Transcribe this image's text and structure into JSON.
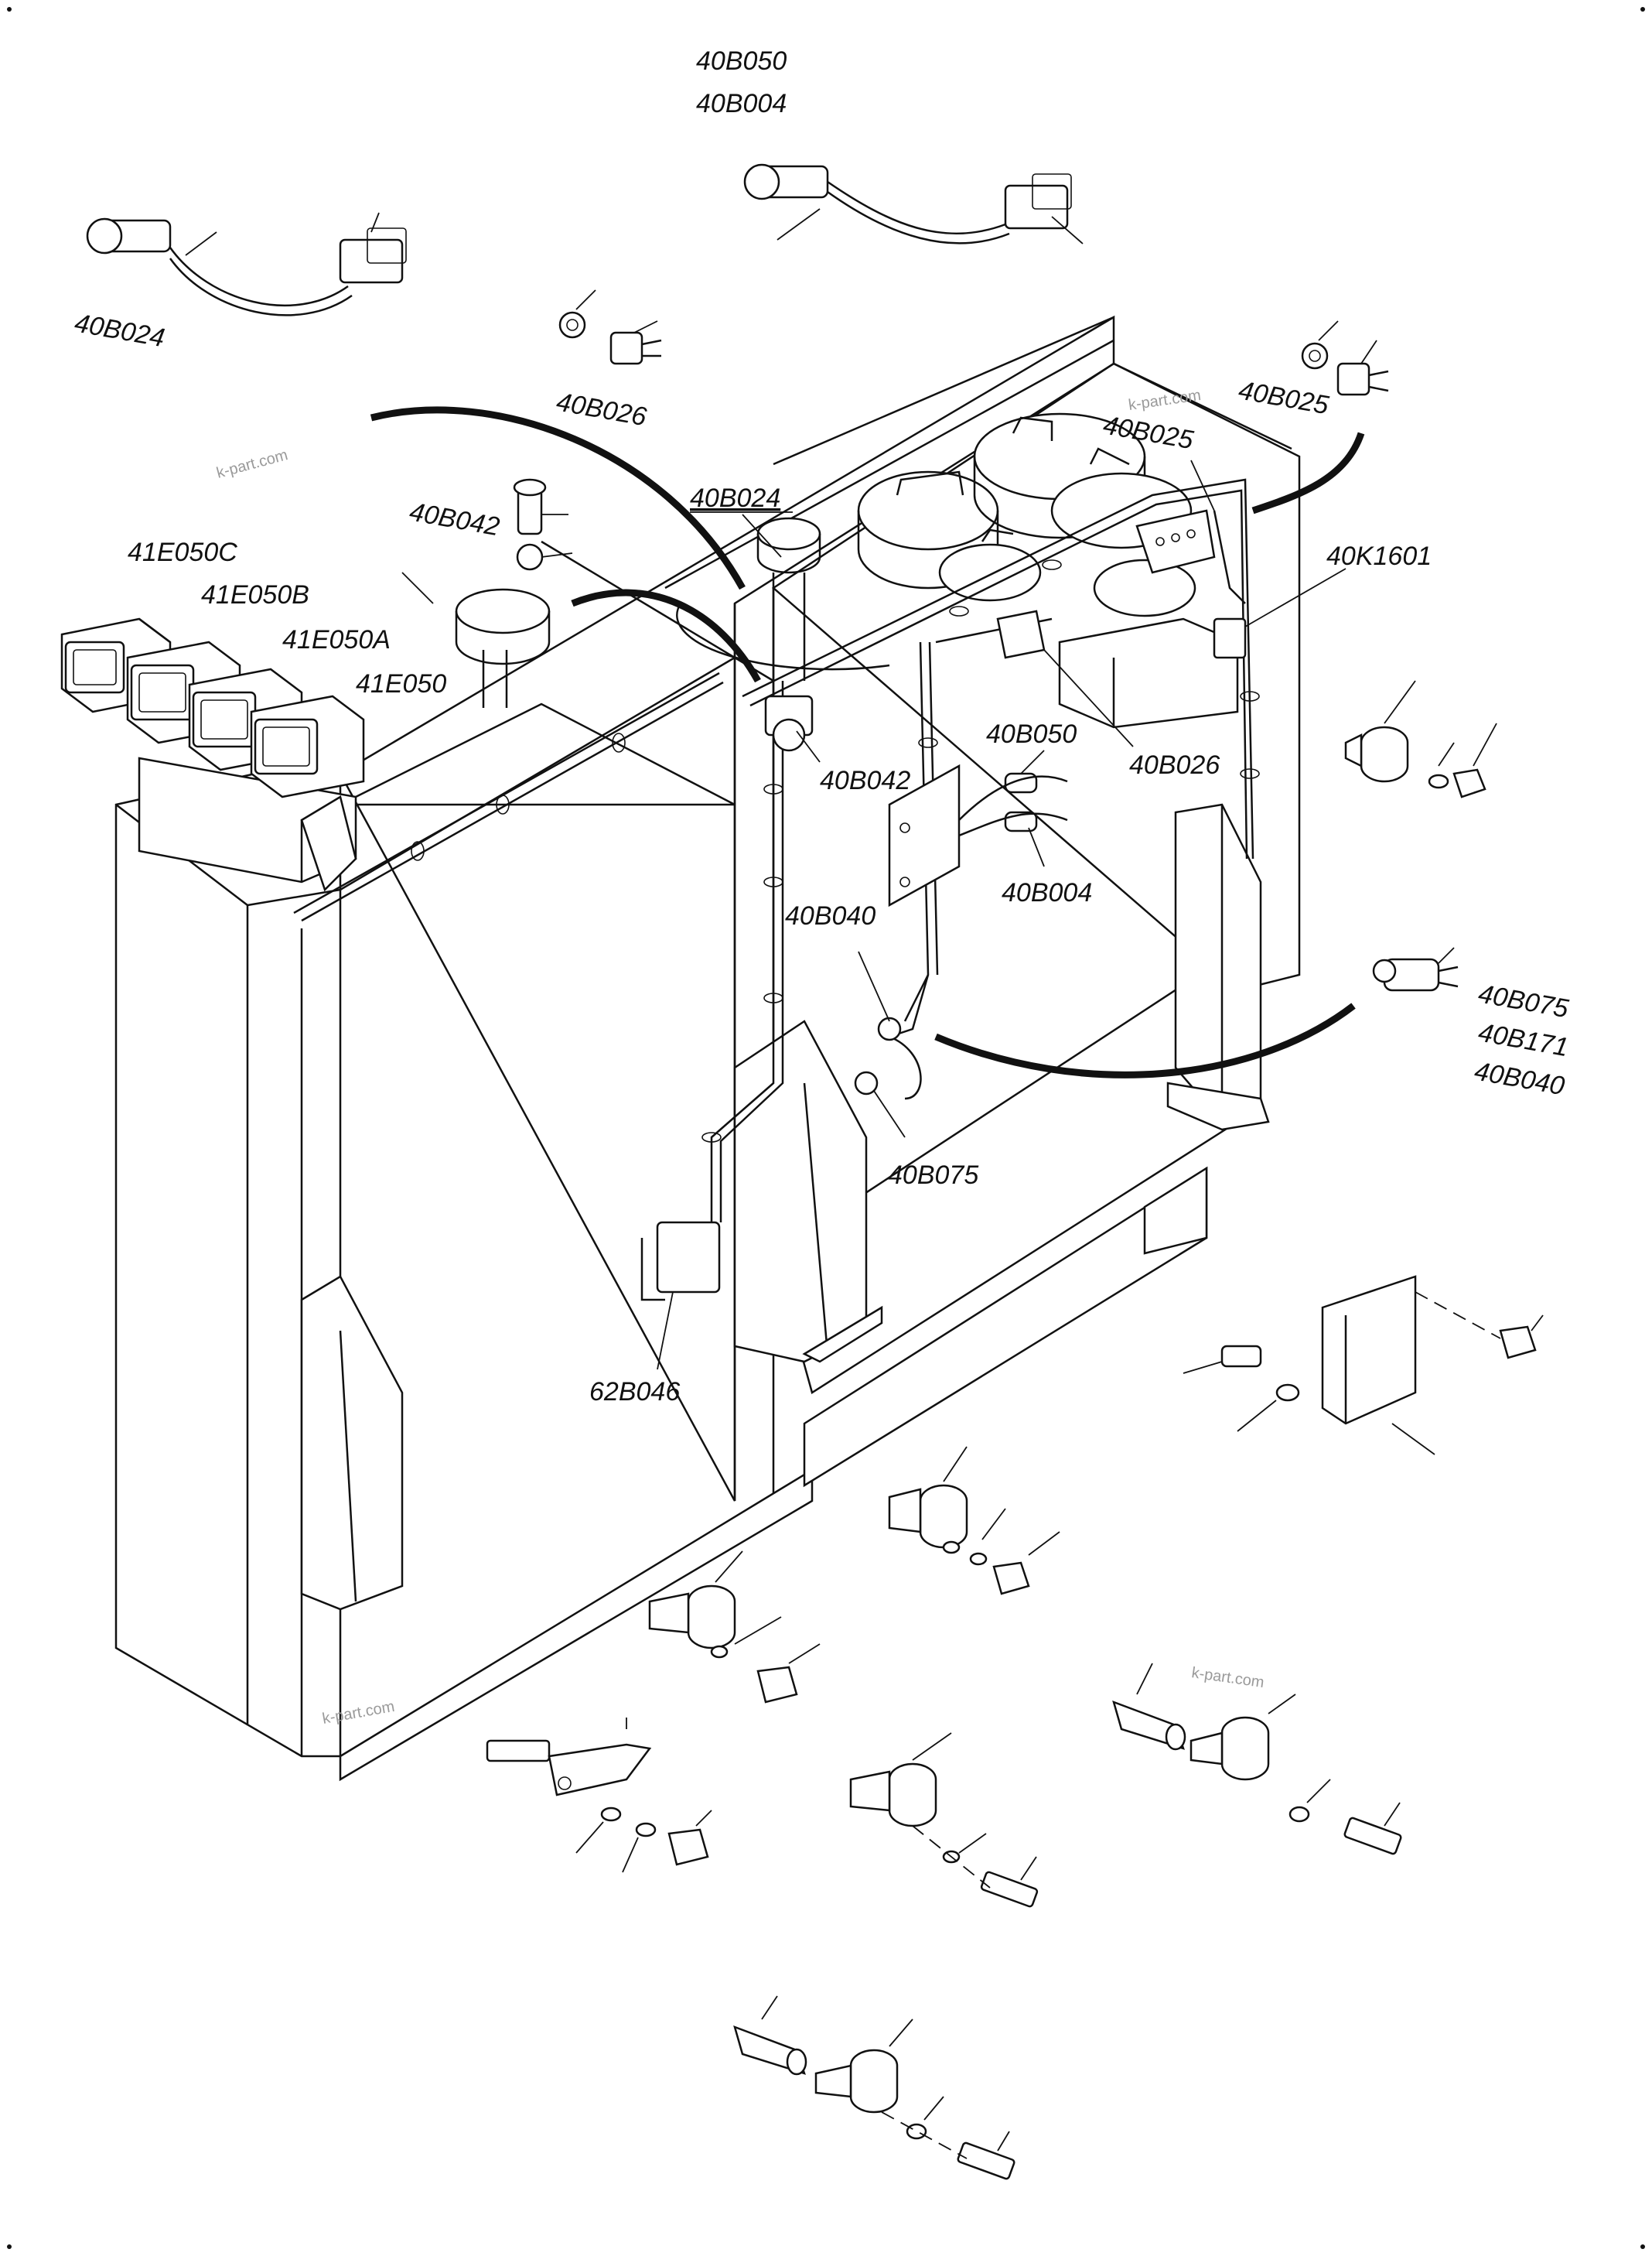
{
  "labels": {
    "sensor_top_1": "40B050",
    "sensor_top_2": "40B004",
    "sensor_left": "40B024",
    "switch_top": "40B026",
    "switch_right_top": "40B025",
    "switch_right_inner": "40B025",
    "lamp_c": "41E050C",
    "lamp_b": "41E050B",
    "lamp_a": "41E050A",
    "lamp": "41E050",
    "sender_upper": "40B042",
    "harness_b024": "40B024",
    "relay_k1601": "40K1601",
    "sender_lower": "40B042",
    "sensor_050_mid": "40B050",
    "switch_026_mid": "40B026",
    "sensor_004_mid": "40B004",
    "switch_040": "40B040",
    "right_075": "40B075",
    "right_171": "40B171",
    "right_040": "40B040",
    "switch_075": "40B075",
    "unit_62b046": "62B046"
  },
  "watermarks": [
    "k-part.com",
    "k-part.com",
    "k-part.com",
    "k-part.com"
  ]
}
